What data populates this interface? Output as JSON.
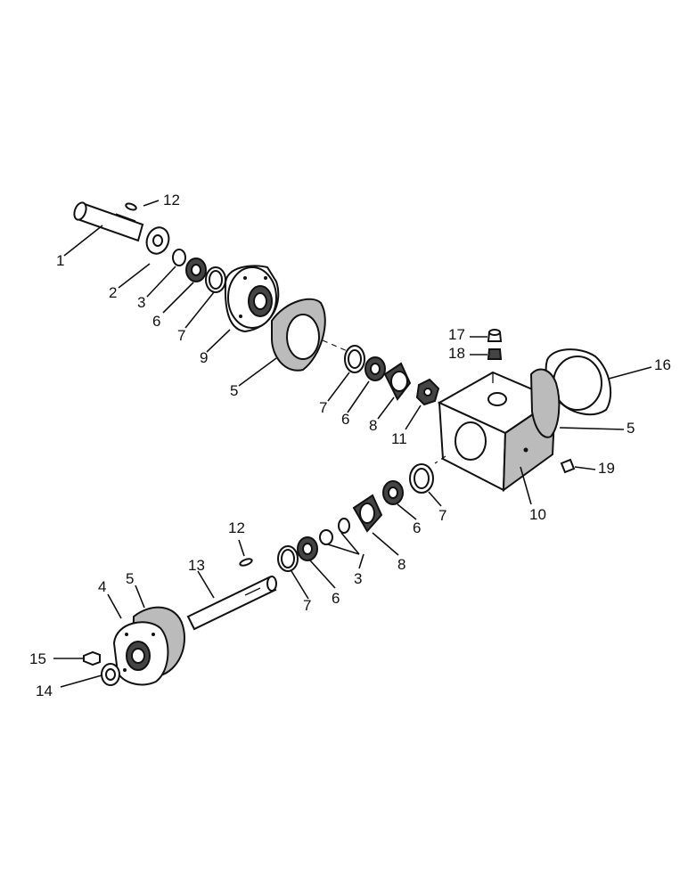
{
  "callouts": {
    "c1": "1",
    "c2": "2",
    "c3a": "3",
    "c3b": "3",
    "c4": "4",
    "c5a": "5",
    "c5b": "5",
    "c5c": "5",
    "c6a": "6",
    "c6b": "6",
    "c6c": "6",
    "c6d": "6",
    "c7a": "7",
    "c7b": "7",
    "c7c": "7",
    "c7d": "7",
    "c8a": "8",
    "c8b": "8",
    "c9": "9",
    "c10": "10",
    "c11": "11",
    "c12a": "12",
    "c12b": "12",
    "c13": "13",
    "c14": "14",
    "c15": "15",
    "c16": "16",
    "c17": "17",
    "c18": "18",
    "c19": "19"
  }
}
